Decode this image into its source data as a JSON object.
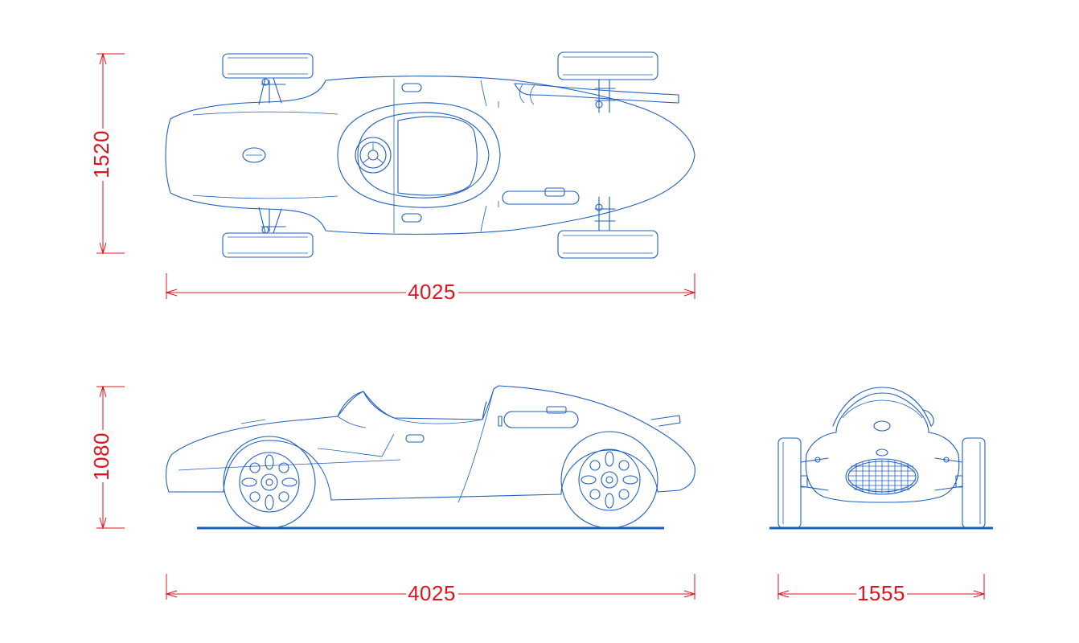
{
  "dimensions": {
    "top_width": "1520",
    "top_length": "4025",
    "side_height": "1080",
    "side_length": "4025",
    "front_track": "1555"
  },
  "colors": {
    "drawing": "#1f5fbf",
    "dimension": "#e0141e",
    "background": "#ffffff"
  }
}
